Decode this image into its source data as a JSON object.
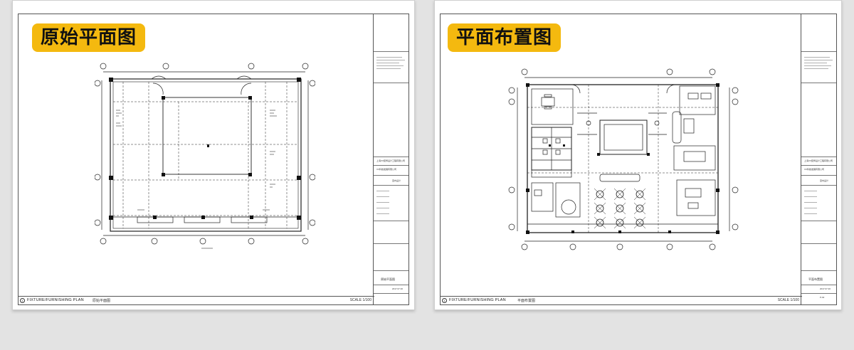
{
  "sheets": [
    {
      "badge": "原始平面图",
      "footer": {
        "number": "1",
        "title": "FIXTURE/FURNISHING PLAN",
        "title_cn": "原始平面图",
        "scale": "SCALE 1/100"
      },
      "title_block": {
        "company": "上海XX装饰设计工程有限公司",
        "client": "XX科技发展有限公司",
        "label_design": "室内设计",
        "drawing_name": "原始平面图",
        "date": "2017.07.30"
      }
    },
    {
      "badge": "平面布置图",
      "footer": {
        "number": "1",
        "title": "FIXTURE/FURNISHING PLAN",
        "title_cn": "平面布置图",
        "scale": "SCALE 1/100"
      },
      "title_block": {
        "company": "上海XX装饰设计工程有限公司",
        "client": "XX科技发展有限公司",
        "label_design": "室内设计",
        "drawing_name": "平面布置图",
        "date": "2017.07.30",
        "sheet_no": "P-02"
      }
    }
  ],
  "colors": {
    "badge": "#f4b90f",
    "line": "#222222",
    "page": "#ffffff",
    "background": "#e3e3e3"
  }
}
